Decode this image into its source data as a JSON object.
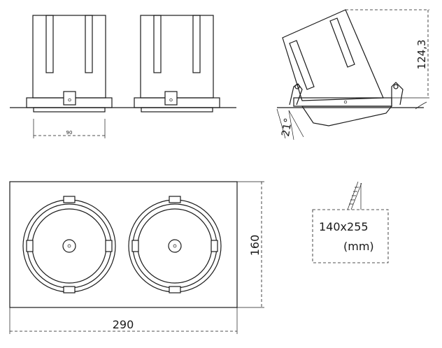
{
  "dimensions": {
    "front_gap": "90",
    "side_height": "124,3",
    "tilt_angle": "21°",
    "plan_height": "160",
    "plan_width": "290"
  },
  "cutout": {
    "size": "140x255",
    "unit": "(mm)"
  }
}
